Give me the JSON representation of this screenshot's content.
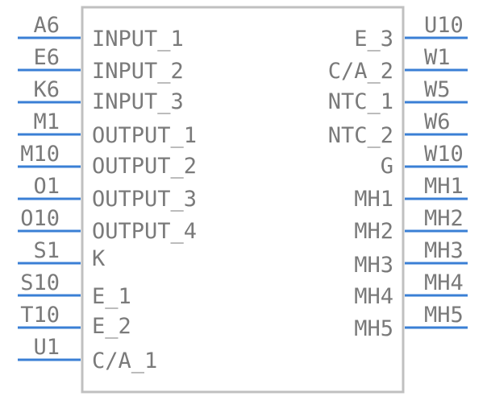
{
  "colors": {
    "pin": "#3a7fd5",
    "body_outline": "#c0c0c0",
    "text": "#7a7a7a",
    "background": "#ffffff"
  },
  "left_pins": [
    {
      "number": "A6",
      "name": "INPUT_1"
    },
    {
      "number": "E6",
      "name": "INPUT_2"
    },
    {
      "number": "K6",
      "name": "INPUT_3"
    },
    {
      "number": "M1",
      "name": "OUTPUT_1"
    },
    {
      "number": "M10",
      "name": "OUTPUT_2"
    },
    {
      "number": "O1",
      "name": "OUTPUT_3"
    },
    {
      "number": "O10",
      "name": "OUTPUT_4"
    },
    {
      "number": "S1",
      "name": "K"
    },
    {
      "number": "S10",
      "name": "E_1"
    },
    {
      "number": "T10",
      "name": "E_2"
    },
    {
      "number": "U1",
      "name": "C/A_1"
    }
  ],
  "right_pins": [
    {
      "number": "U10",
      "name": "E_3"
    },
    {
      "number": "W1",
      "name": "C/A_2"
    },
    {
      "number": "W5",
      "name": "NTC_1"
    },
    {
      "number": "W6",
      "name": "NTC_2"
    },
    {
      "number": "W10",
      "name": "G"
    },
    {
      "number": "MH1",
      "name": "MH1"
    },
    {
      "number": "MH2",
      "name": "MH2"
    },
    {
      "number": "MH3",
      "name": "MH3"
    },
    {
      "number": "MH4",
      "name": "MH4"
    },
    {
      "number": "MH5",
      "name": "MH5"
    }
  ]
}
